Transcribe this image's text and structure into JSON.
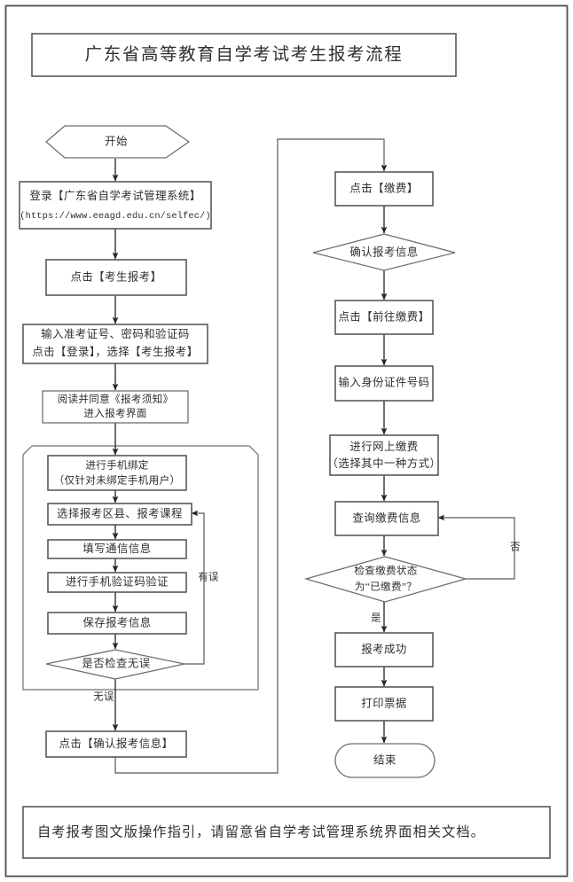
{
  "document": {
    "title": "广东省高等教育自学考试考生报考流程",
    "footer_note": "自考报考图文版操作指引，请留意省自学考试管理系统界面相关文档。"
  },
  "chart_data": {
    "type": "diagram",
    "diagram_type": "flowchart",
    "title": "广东省高等教育自学考试考生报考流程",
    "orientation": "two-column, top-to-bottom, left column then right column",
    "nodes": [
      {
        "id": "start",
        "shape": "hexagon",
        "column": "left",
        "text": "开始"
      },
      {
        "id": "login",
        "shape": "rect",
        "column": "left",
        "text": "登录【广东省自学考试管理系统】",
        "text2": "(https://www.eeagd.edu.cn/selfec/)"
      },
      {
        "id": "click-baokao",
        "shape": "rect",
        "column": "left",
        "text": "点击【考生报考】"
      },
      {
        "id": "input-creds",
        "shape": "rect",
        "column": "left",
        "text": "输入准考证号、密码和验证码",
        "text2": "点击【登录】，选择【考生报考】"
      },
      {
        "id": "read-notice",
        "shape": "rect",
        "column": "left",
        "text": "阅读并同意《报考须知》",
        "text2": "进入报考界面"
      },
      {
        "id": "bind-phone",
        "shape": "rect",
        "column": "left",
        "text": "进行手机绑定",
        "text2": "（仅针对未绑定手机用户）"
      },
      {
        "id": "select-course",
        "shape": "rect",
        "column": "left",
        "text": "选择报考区县、报考课程"
      },
      {
        "id": "fill-contact",
        "shape": "rect",
        "column": "left",
        "text": "填写通信信息"
      },
      {
        "id": "verify-sms",
        "shape": "rect",
        "column": "left",
        "text": "进行手机验证码验证"
      },
      {
        "id": "save-info",
        "shape": "rect",
        "column": "left",
        "text": "保存报考信息"
      },
      {
        "id": "check-ok",
        "shape": "diamond",
        "column": "left",
        "text": "是否检查无误"
      },
      {
        "id": "confirm-info",
        "shape": "rect",
        "column": "left",
        "text": "点击【确认报考信息】"
      },
      {
        "id": "click-pay",
        "shape": "rect",
        "column": "right",
        "text": "点击【缴费】"
      },
      {
        "id": "confirm-baokao",
        "shape": "diamond",
        "column": "right",
        "text": "确认报考信息"
      },
      {
        "id": "goto-pay",
        "shape": "rect",
        "column": "right",
        "text": "点击【前往缴费】"
      },
      {
        "id": "input-id",
        "shape": "rect",
        "column": "right",
        "text": "输入身份证件号码"
      },
      {
        "id": "online-pay",
        "shape": "rect",
        "column": "right",
        "text": "进行网上缴费",
        "text2": "（选择其中一种方式）"
      },
      {
        "id": "query-pay",
        "shape": "rect",
        "column": "right",
        "text": "查询缴费信息"
      },
      {
        "id": "check-paid",
        "shape": "diamond",
        "column": "right",
        "text": "检查缴费状态",
        "text2": "为“已缴费”？"
      },
      {
        "id": "success",
        "shape": "rect",
        "column": "right",
        "text": "报考成功"
      },
      {
        "id": "print",
        "shape": "rect",
        "column": "right",
        "text": "打印票据"
      },
      {
        "id": "end",
        "shape": "stadium",
        "column": "right",
        "text": "结束"
      }
    ],
    "edge_labels": [
      {
        "id": "edge-youwu",
        "text": "有误",
        "from": "check-ok",
        "to": "select-course"
      },
      {
        "id": "edge-wuwu",
        "text": "无误",
        "from": "check-ok",
        "to": "confirm-info"
      },
      {
        "id": "edge-fou",
        "text": "否",
        "from": "check-paid",
        "to": "query-pay"
      },
      {
        "id": "edge-shi",
        "text": "是",
        "from": "check-paid",
        "to": "success"
      }
    ]
  },
  "colors": {
    "background": "#ffffff",
    "stroke": "#555a5e",
    "connector": "#3a3f44",
    "text": "#2b3034"
  }
}
